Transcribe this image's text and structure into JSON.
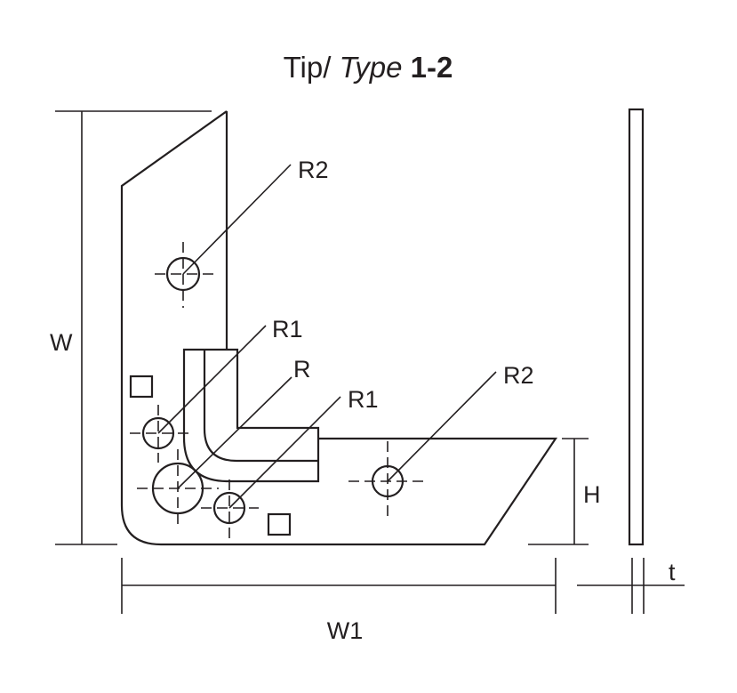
{
  "title": {
    "prefix": "Tip/",
    "type_word": "Type",
    "number": "1-2"
  },
  "labels": {
    "r2_top": "R2",
    "r1_upper": "R1",
    "r": "R",
    "r1_lower": "R1",
    "r2_right": "R2",
    "w": "W",
    "h": "H",
    "w1": "W1",
    "t": "t"
  }
}
